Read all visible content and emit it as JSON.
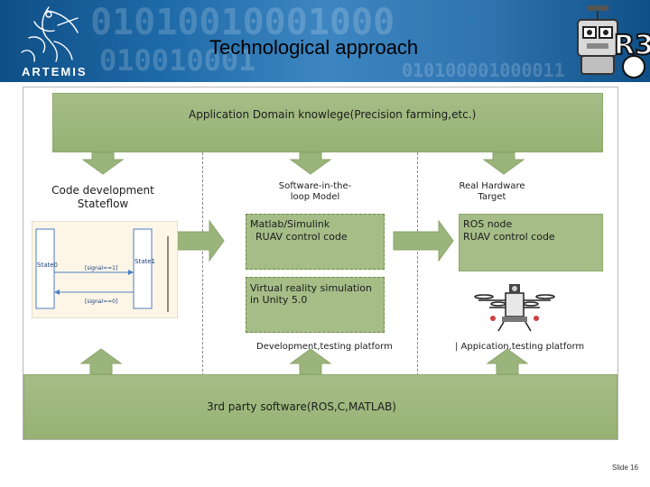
{
  "header": {
    "title": "Technological approach",
    "logo_left_text": "ARTEMIS",
    "logo_right_text": "R3",
    "background_binary": [
      "01010010001000",
      "010010001",
      "010100001000011"
    ]
  },
  "diagram": {
    "top_box": "Application Domain knowlege(Precision farming,etc.)",
    "bottom_box": "3rd party software(ROS,C,MATLAB)",
    "columns": {
      "code_development": "Code development",
      "stateflow": "Stateflow",
      "sil_line1": "Software-in-the-",
      "sil_line2": "loop Model",
      "hw_line1": "Real Hardware",
      "hw_line2": "Target"
    },
    "boxes": {
      "matlab_line1": "Matlab/Simulink",
      "matlab_line2": "RUAV control code",
      "vr_line1": "Virtual reality simulation",
      "vr_line2": "in Unity 5.0",
      "ros_line1": "ROS node",
      "ros_line2": "RUAV control code"
    },
    "platforms": {
      "dev": "Development,testing platform",
      "app": "| Appication,testing platform"
    },
    "stateflow_chart": {
      "state0": "State0",
      "state1": "State1",
      "transition1": "[signal==1]",
      "transition2": "[signal==0]"
    }
  },
  "footer": {
    "slide_number": "Slide 16"
  },
  "colors": {
    "banner": "#1e6aa8",
    "green": "#a6bd87",
    "arrow": "#9bb47b"
  }
}
